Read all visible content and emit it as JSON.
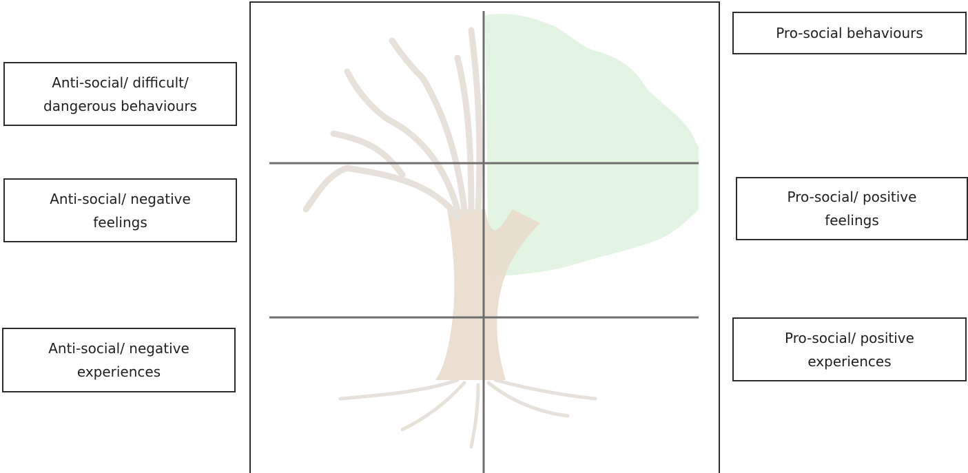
{
  "left_labels": {
    "behaviours": "Anti-social/ difficult/\ndangerous behaviours",
    "feelings": "Anti-social/ negative\nfeelings",
    "experiences": "Anti-social/ negative\nexperiences"
  },
  "right_labels": {
    "behaviours": "Pro-social behaviours",
    "feelings": "Pro-social/ positive\nfeelings",
    "experiences": "Pro-social/ positive\nexperiences"
  },
  "colors": {
    "border": "#2b2b2b",
    "grid_line": "#6e6e6e",
    "foliage": "#e3f3e1",
    "bark": "#e8dccb",
    "bare_branches": "#e6e1da"
  },
  "icons": {
    "center_illustration": "half-bare-half-leafy-tree"
  }
}
